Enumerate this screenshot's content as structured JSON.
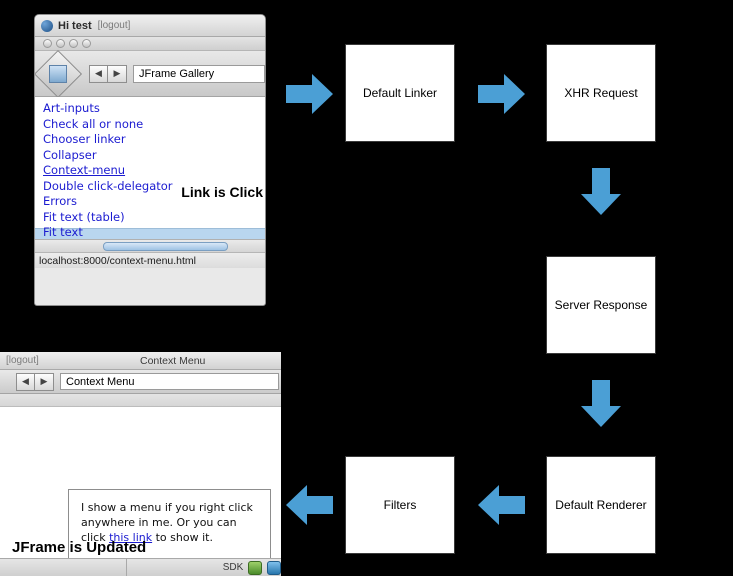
{
  "diagram": {
    "type": "flow",
    "boxes": [
      {
        "id": "default-linker",
        "label": "Default Linker"
      },
      {
        "id": "xhr-request",
        "label": "XHR Request"
      },
      {
        "id": "server-response",
        "label": "Server Response"
      },
      {
        "id": "default-renderer",
        "label": "Default Renderer"
      },
      {
        "id": "filters",
        "label": "Filters"
      }
    ],
    "arrow_color": "#4b9fd5",
    "background": "#000000"
  },
  "screenshot_top": {
    "window_title": "Hi test",
    "logout_label": "[logout]",
    "address_value": "JFrame Gallery",
    "nav_back": "◀",
    "nav_forward": "▶",
    "links": [
      {
        "label": "Art-inputs",
        "active": false
      },
      {
        "label": "Check all or none",
        "active": false
      },
      {
        "label": "Chooser linker",
        "active": false
      },
      {
        "label": "Collapser",
        "active": false
      },
      {
        "label": "Context-menu",
        "active": true
      },
      {
        "label": "Double click-delegator",
        "active": false
      },
      {
        "label": "Errors",
        "active": false
      },
      {
        "label": "Fit text (table)",
        "active": false
      },
      {
        "label": "Fit text",
        "active": false
      }
    ],
    "annotation": "Link is Click",
    "status_url": "localhost:8000/context-menu.html"
  },
  "screenshot_bottom": {
    "logout_label": "[logout]",
    "context_title": "Context Menu",
    "address_value": "Context Menu",
    "nav_back": "◀",
    "nav_forward": "▶",
    "panel_text_1": "I show a menu if you right click anywhere in me. Or you can click",
    "panel_link": "this link",
    "panel_text_2": " to show it.",
    "annotation": "JFrame is Updated",
    "sdk_label": "SDK"
  }
}
